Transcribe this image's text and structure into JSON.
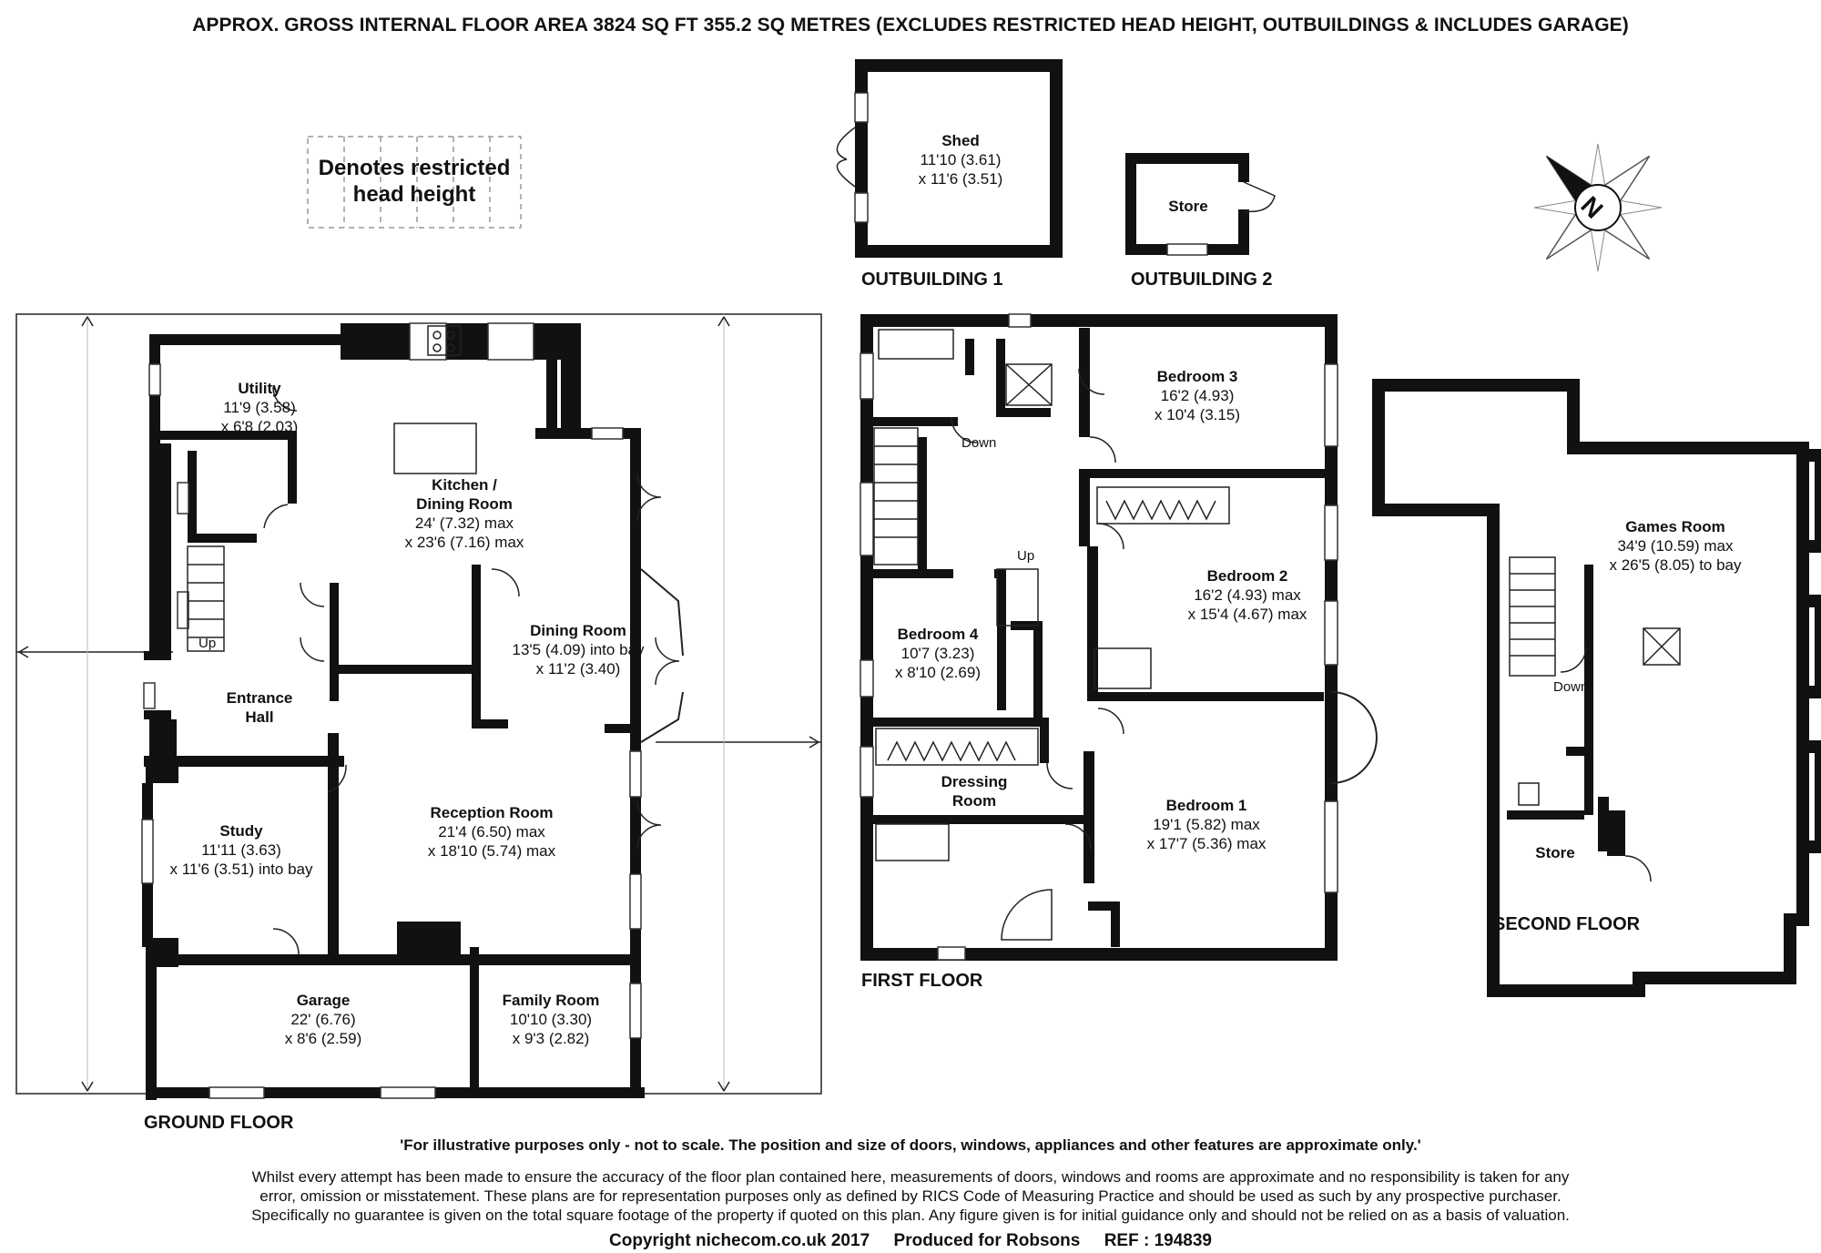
{
  "header": "APPROX. GROSS INTERNAL FLOOR AREA 3824 SQ FT 355.2 SQ METRES (EXCLUDES RESTRICTED HEAD HEIGHT, OUTBUILDINGS & INCLUDES GARAGE)",
  "legend": {
    "line1": "Denotes restricted",
    "line2": "head height"
  },
  "outbuildings": {
    "shed": {
      "name": "Shed",
      "dim1": "11'10 (3.61)",
      "dim2": "x 11'6 (3.51)",
      "caption": "OUTBUILDING 1"
    },
    "store": {
      "name": "Store",
      "caption": "OUTBUILDING 2"
    }
  },
  "compass": {
    "letter": "N"
  },
  "ground_floor": {
    "caption": "GROUND FLOOR",
    "up": "Up",
    "rooms": {
      "utility": {
        "name": "Utility",
        "dim1": "11'9 (3.58)",
        "dim2": "x 6'8 (2.03)"
      },
      "kitchen": {
        "name1": "Kitchen /",
        "name2": "Dining Room",
        "dim1": "24' (7.32) max",
        "dim2": "x 23'6 (7.16) max"
      },
      "dining": {
        "name": "Dining Room",
        "dim1": "13'5 (4.09) into bay",
        "dim2": "x 11'2 (3.40)"
      },
      "hall": {
        "name1": "Entrance",
        "name2": "Hall"
      },
      "reception": {
        "name": "Reception Room",
        "dim1": "21'4 (6.50) max",
        "dim2": "x 18'10 (5.74) max"
      },
      "study": {
        "name": "Study",
        "dim1": "11'11 (3.63)",
        "dim2": "x 11'6 (3.51) into bay"
      },
      "garage": {
        "name": "Garage",
        "dim1": "22' (6.76)",
        "dim2": "x 8'6 (2.59)"
      },
      "family": {
        "name": "Family Room",
        "dim1": "10'10 (3.30)",
        "dim2": "x 9'3 (2.82)"
      }
    }
  },
  "first_floor": {
    "caption": "FIRST FLOOR",
    "down": "Down",
    "up": "Up",
    "rooms": {
      "bed3": {
        "name": "Bedroom 3",
        "dim1": "16'2 (4.93)",
        "dim2": "x 10'4 (3.15)"
      },
      "bed2": {
        "name": "Bedroom 2",
        "dim1": "16'2 (4.93) max",
        "dim2": "x 15'4 (4.67) max"
      },
      "bed4": {
        "name": "Bedroom 4",
        "dim1": "10'7 (3.23)",
        "dim2": "x 8'10 (2.69)"
      },
      "dressing": {
        "name1": "Dressing",
        "name2": "Room"
      },
      "bed1": {
        "name": "Bedroom 1",
        "dim1": "19'1 (5.82) max",
        "dim2": "x 17'7 (5.36) max"
      }
    }
  },
  "second_floor": {
    "caption": "SECOND FLOOR",
    "down": "Down",
    "rooms": {
      "games": {
        "name": "Games Room",
        "dim1": "34'9 (10.59) max",
        "dim2": "x 26'5 (8.05) to bay"
      },
      "store": {
        "name": "Store"
      }
    }
  },
  "disclaimer_1": "'For illustrative purposes only - not to scale.  The position and size of doors, windows, appliances and other features are approximate only.'",
  "disclaimer_2": {
    "line1": "Whilst every attempt has been made to ensure the accuracy of the floor plan contained here, measurements of doors, windows and rooms are approximate and no responsibility is taken for any",
    "line2": "error, omission or misstatement. These plans are for representation purposes only as defined by RICS Code of Measuring Practice and should be used as such by any prospective purchaser.",
    "line3": "Specifically no guarantee is given on the total square footage of the property if quoted on this plan. Any figure given is for initial guidance only and should not be relied on as a basis of valuation."
  },
  "copyright": "Copyright nichecom.co.uk 2017     Produced for Robsons     REF : 194839"
}
